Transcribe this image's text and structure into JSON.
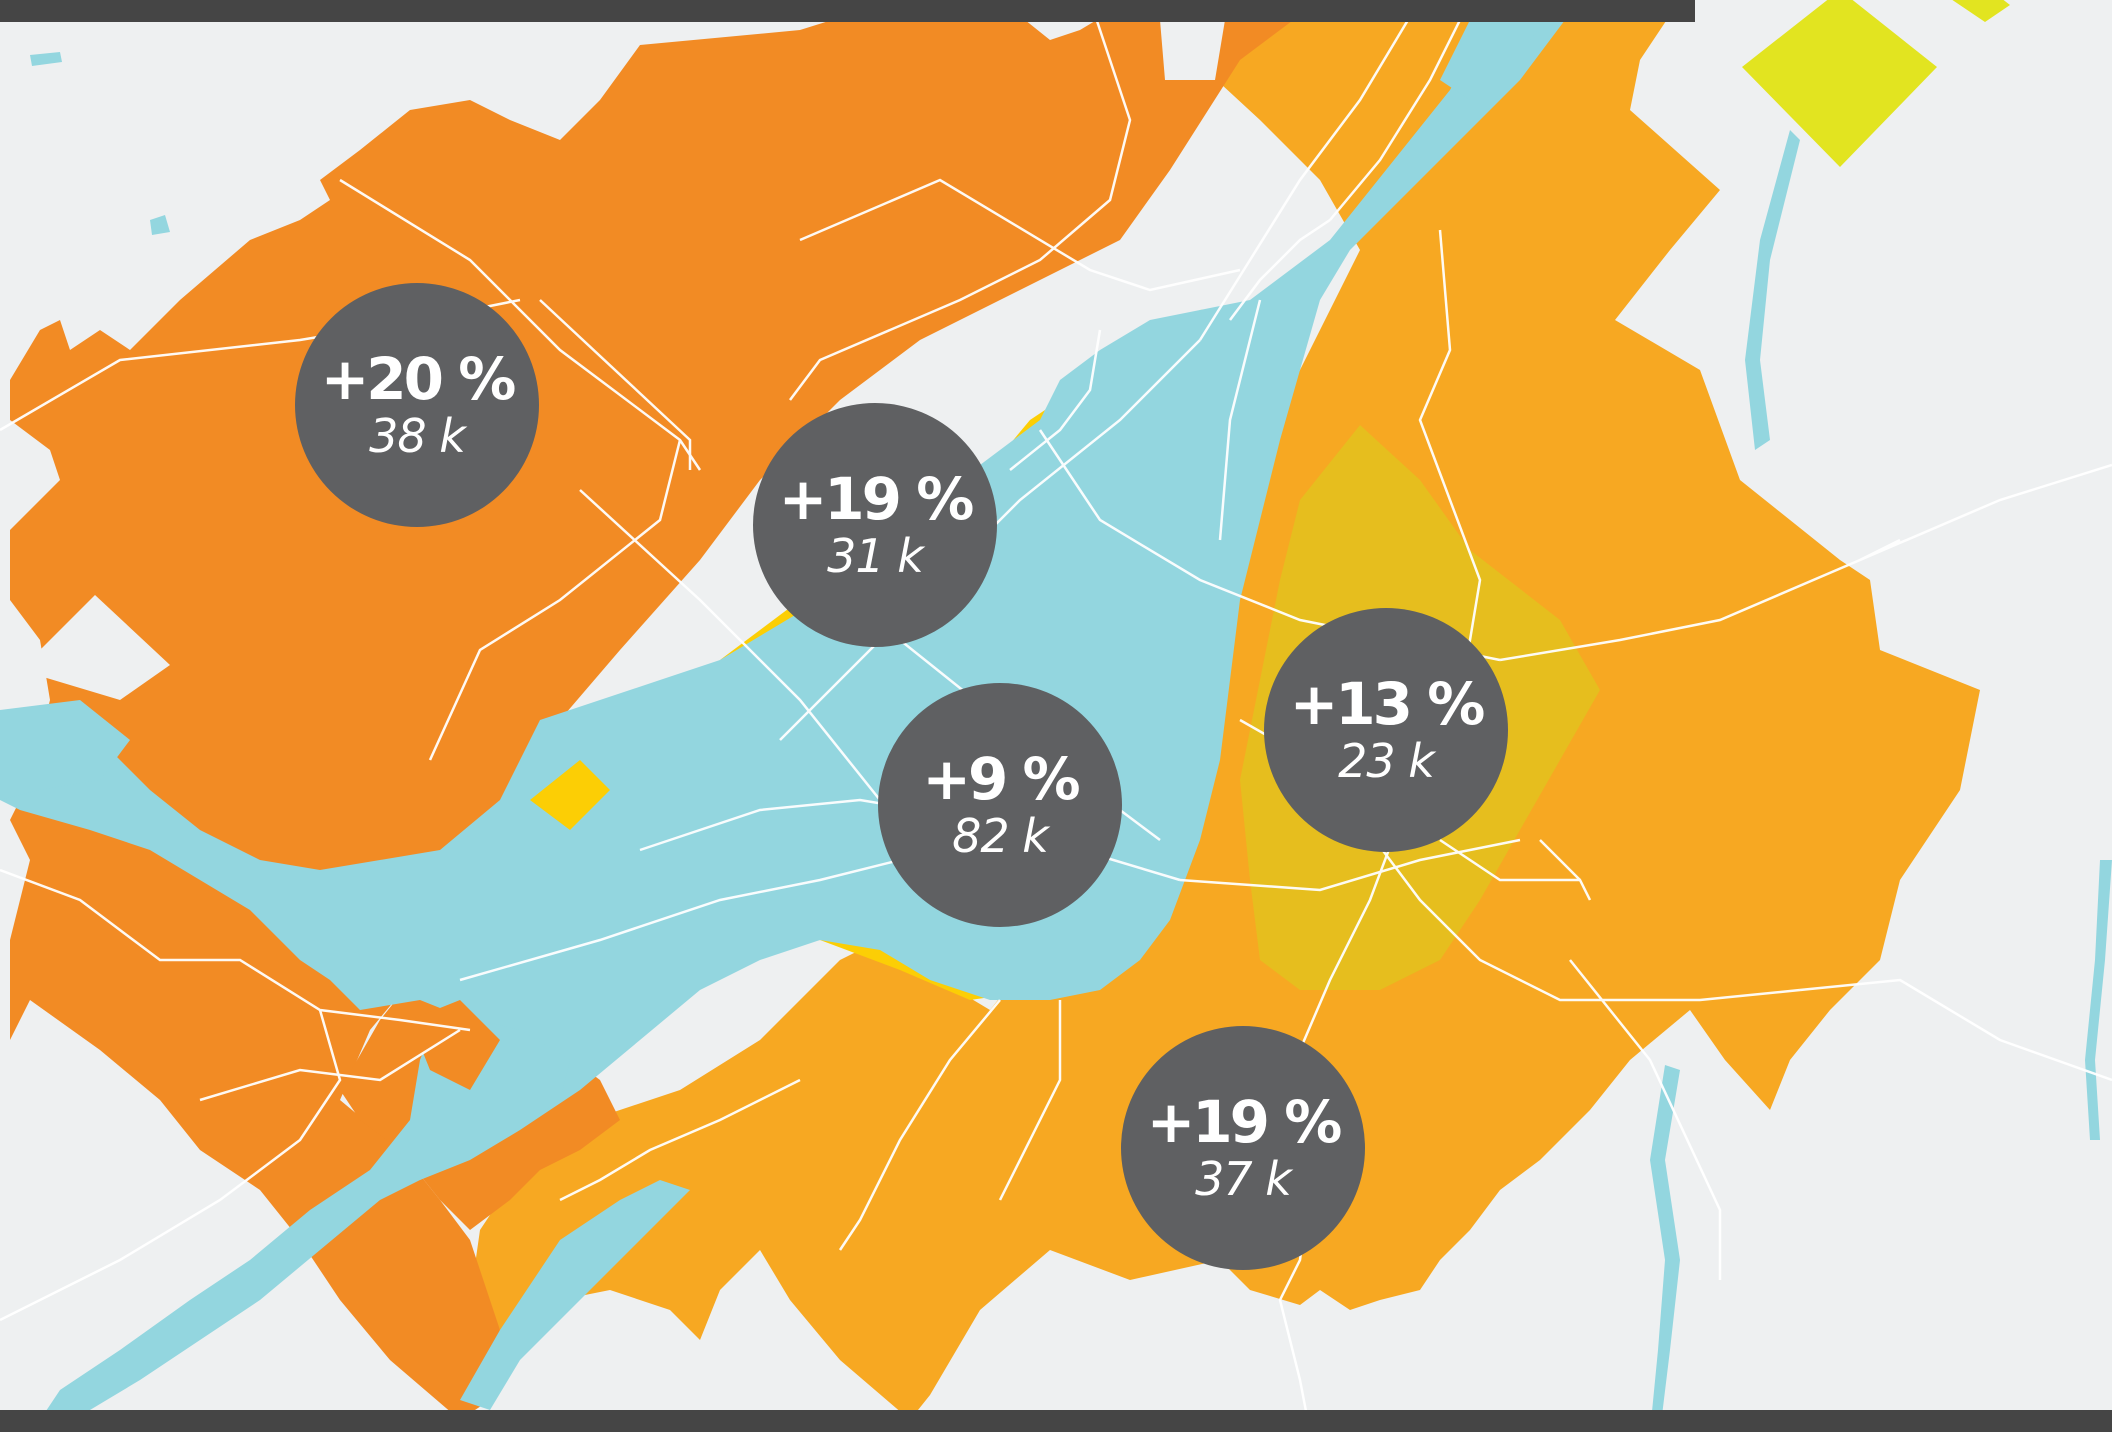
{
  "colors": {
    "background": "#eef0f1",
    "water": "#93d6df",
    "roads": "#ffffff",
    "region_high": "#f28b24",
    "region_mid": "#f7a822",
    "region_low": "#fcce05",
    "region_olive": "#e3c21d",
    "accent_lime": "#e2e420",
    "bubble": "#5f6062",
    "bar": "#454545"
  },
  "bubbles": [
    {
      "id": "northwest",
      "pct": "+20 %",
      "count": "38 k"
    },
    {
      "id": "north",
      "pct": "+19 %",
      "count": "31 k"
    },
    {
      "id": "center",
      "pct": "+9 %",
      "count": "82 k"
    },
    {
      "id": "east",
      "pct": "+13 %",
      "count": "23 k"
    },
    {
      "id": "south",
      "pct": "+19 %",
      "count": "37 k"
    }
  ]
}
